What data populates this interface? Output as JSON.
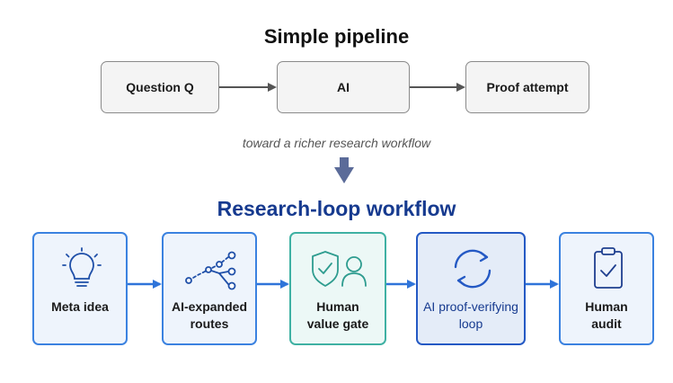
{
  "simple_pipeline": {
    "title": "Simple pipeline",
    "nodes": [
      "Question Q",
      "AI",
      "Proof attempt"
    ]
  },
  "transition_text": "toward a richer research workflow",
  "research_loop": {
    "title": "Research-loop workflow",
    "nodes": [
      {
        "label_line1": "Meta idea",
        "label_line2": "",
        "icon": "lightbulb-icon"
      },
      {
        "label_line1": "AI-expanded",
        "label_line2": "routes",
        "icon": "branching-routes-icon"
      },
      {
        "label_line1": "Human",
        "label_line2": "value gate",
        "icon": "shield-check-person-icon"
      },
      {
        "label_line1": "AI proof-verifying",
        "label_line2": "loop",
        "icon": "refresh-loop-icon"
      },
      {
        "label_line1": "Human",
        "label_line2": "audit",
        "icon": "clipboard-check-icon"
      }
    ]
  },
  "colors": {
    "blue_accent": "#3b82e0",
    "title_blue": "#163a8f",
    "teal_accent": "#3fb1a3",
    "gray_box": "#f4f4f4",
    "gray_arrow": "#555555"
  }
}
